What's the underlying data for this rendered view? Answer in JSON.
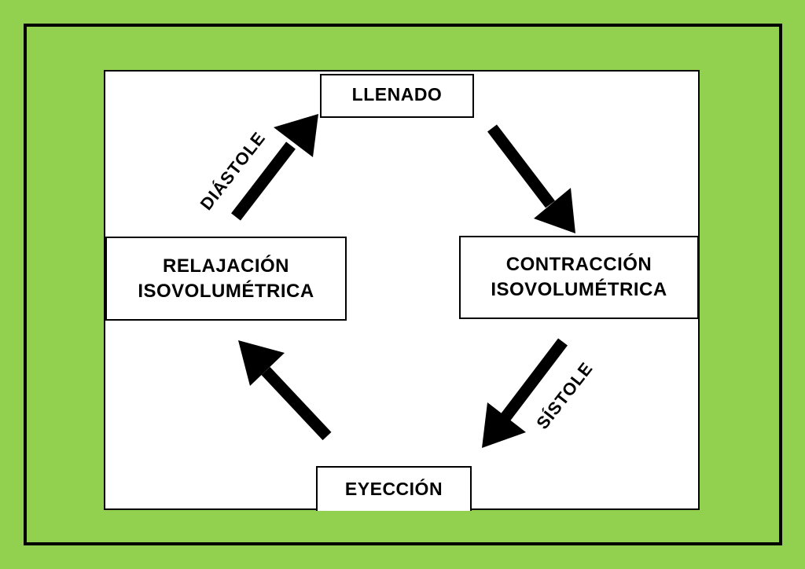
{
  "colors": {
    "background": "#92d050",
    "frame": "#000000",
    "panel": "#ffffff",
    "arrow": "#000000"
  },
  "stages": {
    "top": "LLENADO",
    "right": "CONTRACCIÓN\nISOVOLUMÉTRICA",
    "bottom": "EYECCIÓN",
    "left": "RELAJACIÓN\nISOVOLUMÉTRICA"
  },
  "phases": {
    "diastole": "DIÁSTOLE",
    "systole": "SÍSTOLE"
  },
  "arrows": [
    {
      "from": "RELAJACIÓN ISOVOLUMÉTRICA",
      "to": "LLENADO",
      "direction": "up-right",
      "icon": "arrow-icon"
    },
    {
      "from": "LLENADO",
      "to": "CONTRACCIÓN ISOVOLUMÉTRICA",
      "direction": "down-right",
      "icon": "arrow-icon"
    },
    {
      "from": "CONTRACCIÓN ISOVOLUMÉTRICA",
      "to": "EYECCIÓN",
      "direction": "down-left",
      "icon": "arrow-icon"
    },
    {
      "from": "EYECCIÓN",
      "to": "RELAJACIÓN ISOVOLUMÉTRICA",
      "direction": "up-left",
      "icon": "arrow-icon"
    }
  ]
}
